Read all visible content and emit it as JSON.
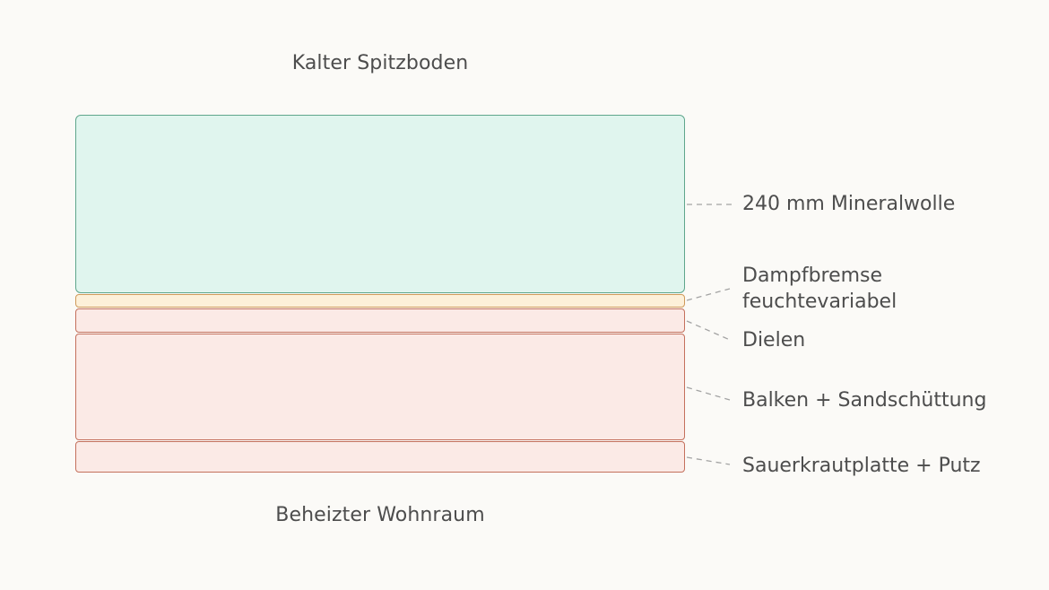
{
  "zones": {
    "top": "Kalter Spitzboden",
    "bottom": "Beheizter Wohnraum"
  },
  "layers": [
    {
      "id": "mineralwolle",
      "label": "240 mm Mineralwolle",
      "fill": "#e0f5ee",
      "stroke": "#5fa68c"
    },
    {
      "id": "dampfbremse",
      "label_lines": [
        "Dampfbremse",
        "feuchtevariabel"
      ],
      "fill": "#fdf0d9",
      "stroke": "#cf9a5a"
    },
    {
      "id": "dielen",
      "label": "Dielen",
      "fill": "#fbeae6",
      "stroke": "#c4705c"
    },
    {
      "id": "balken",
      "label": "Balken + Sandschüttung",
      "fill": "#fbeae6",
      "stroke": "#c4705c"
    },
    {
      "id": "sauerkrautplatte",
      "label": "Sauerkrautplatte + Putz",
      "fill": "#fbeae6",
      "stroke": "#c4705c"
    }
  ],
  "colors": {
    "background": "#fbfaf7",
    "leader": "#9a9a9a",
    "text": "#4d4d4d"
  }
}
